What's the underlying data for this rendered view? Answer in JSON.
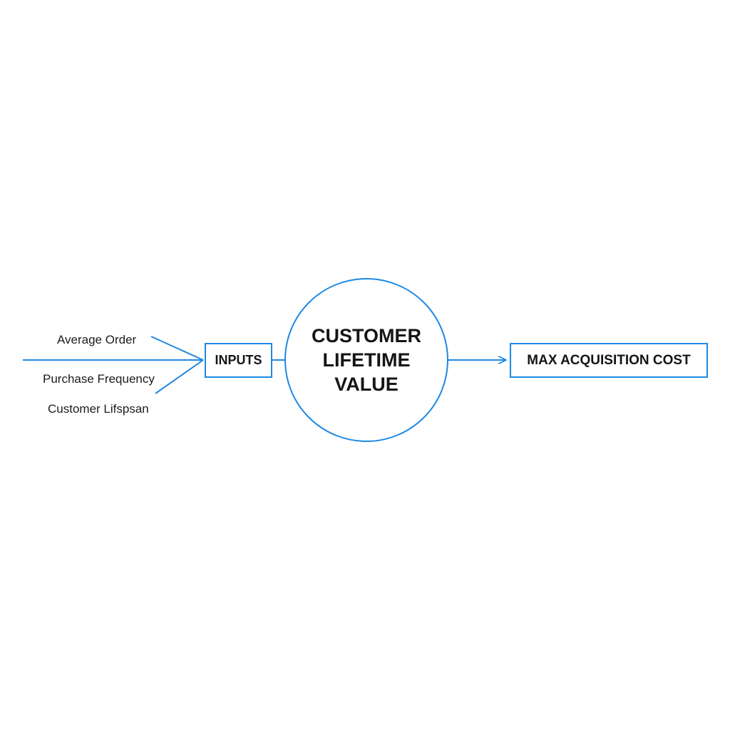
{
  "colors": {
    "accent": "#1e88e5",
    "text": "#151515",
    "background": "#ffffff"
  },
  "inputs": {
    "items": [
      {
        "label": "Average Order"
      },
      {
        "label": "Purchase Frequency"
      },
      {
        "label": "Customer Lifspsan"
      }
    ]
  },
  "nodes": {
    "inputs_box": {
      "label": "INPUTS"
    },
    "clv_circle": {
      "lines": [
        "CUSTOMER",
        "LIFETIME",
        "VALUE"
      ]
    },
    "output_box": {
      "label": "MAX ACQUISITION COST"
    }
  }
}
